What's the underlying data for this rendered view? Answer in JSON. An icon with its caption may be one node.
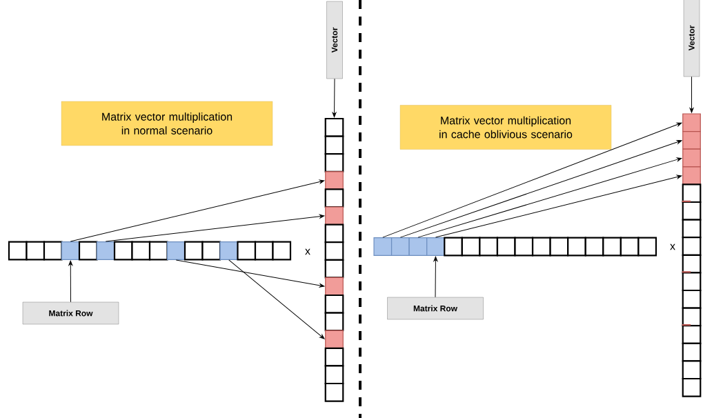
{
  "diagram": {
    "nodes": [
      {
        "text": [
          "Matrix vector multiplication in normal scenario"
        ]
      },
      {
        "text": [
          "Vector"
        ]
      },
      {
        "text": [],
        "shape": "box"
      },
      {
        "text": [],
        "shape": "box"
      },
      {
        "text": [],
        "shape": "box"
      },
      {
        "text": [],
        "shape": "box"
      },
      {
        "text": [],
        "shape": "box"
      },
      {
        "text": [],
        "shape": "box"
      },
      {
        "text": [],
        "shape": "box"
      },
      {
        "text": [],
        "shape": "box"
      },
      {
        "text": [],
        "shape": "box"
      },
      {
        "text": [],
        "shape": "box"
      },
      {
        "text": [],
        "shape": "box"
      },
      {
        "text": [],
        "shape": "box"
      },
      {
        "text": [],
        "shape": "box"
      },
      {
        "text": [],
        "shape": "box"
      },
      {
        "text": [],
        "shape": "box"
      },
      {
        "text": [],
        "shape": "box"
      },
      {
        "text": [],
        "shape": "box"
      },
      {
        "text": [],
        "shape": "box"
      },
      {
        "text": [],
        "shape": "box"
      },
      {
        "text": [],
        "shape": "box"
      },
      {
        "text": [],
        "shape": "box"
      },
      {
        "text": [],
        "shape": "box"
      },
      {
        "text": [],
        "shape": "box"
      },
      {
        "text": [],
        "shape": "box"
      },
      {
        "text": [],
        "shape": "box"
      },
      {
        "text": [],
        "shape": "box"
      },
      {
        "text": [],
        "shape": "box"
      },
      {
        "text": [],
        "shape": "box"
      },
      {
        "text": [],
        "shape": "box"
      },
      {
        "text": [],
        "shape": "box"
      },
      {
        "text": [],
        "shape": "box"
      },
      {
        "text": [],
        "shape": "box"
      },
      {
        "text": [
          "Matrix Row"
        ]
      },
      {
        "text": [
          "Matrix vector multiplication in cache oblivious scenario"
        ]
      },
      {
        "text": [
          "Vector"
        ]
      },
      {
        "text": [],
        "shape": "box"
      },
      {
        "text": [],
        "shape": "box"
      },
      {
        "text": [],
        "shape": "box"
      },
      {
        "text": [],
        "shape": "box"
      },
      {
        "text": [],
        "shape": "box"
      },
      {
        "text": [],
        "shape": "box"
      },
      {
        "text": [],
        "shape": "box"
      },
      {
        "text": [],
        "shape": "box"
      },
      {
        "text": [],
        "shape": "box"
      },
      {
        "text": [],
        "shape": "box"
      },
      {
        "text": [],
        "shape": "box"
      },
      {
        "text": [],
        "shape": "box"
      },
      {
        "text": [],
        "shape": "box"
      },
      {
        "text": [],
        "shape": "box"
      },
      {
        "text": [],
        "shape": "box"
      },
      {
        "text": [],
        "shape": "box"
      },
      {
        "text": [],
        "shape": "box"
      },
      {
        "text": [],
        "shape": "box"
      },
      {
        "text": [],
        "shape": "box"
      },
      {
        "text": [],
        "shape": "box"
      },
      {
        "text": [],
        "shape": "box"
      },
      {
        "text": [],
        "shape": "box"
      },
      {
        "text": [],
        "shape": "box"
      },
      {
        "text": [],
        "shape": "box"
      },
      {
        "text": [],
        "shape": "box"
      },
      {
        "text": [],
        "shape": "box"
      },
      {
        "text": [],
        "shape": "box"
      },
      {
        "text": [],
        "shape": "box"
      },
      {
        "text": [],
        "shape": "box"
      },
      {
        "text": [],
        "shape": "box"
      },
      {
        "text": [],
        "shape": "box"
      },
      {
        "text": [],
        "shape": "box"
      },
      {
        "text": [
          "Matrix Row"
        ]
      }
    ],
    "edges": [
      {
        "from": 1,
        "to": 2,
        "arrow": "to"
      },
      {
        "from": 34,
        "to": 21,
        "arrow": "to"
      },
      {
        "from": 21,
        "to": 5,
        "arrow": "to"
      },
      {
        "from": 23,
        "to": 7,
        "arrow": "to"
      },
      {
        "from": 27,
        "to": 11,
        "arrow": "to"
      },
      {
        "from": 30,
        "to": 14,
        "arrow": "to"
      },
      {
        "from": 36,
        "to": 37,
        "arrow": "to"
      },
      {
        "from": 69,
        "to": 56,
        "arrow": "to"
      },
      {
        "from": 53,
        "to": 37,
        "arrow": "to"
      },
      {
        "from": 54,
        "to": 38,
        "arrow": "to"
      },
      {
        "from": 55,
        "to": 39,
        "arrow": "to"
      },
      {
        "from": 56,
        "to": 40,
        "arrow": "to"
      }
    ],
    "labels": [
      "x",
      "x"
    ]
  }
}
